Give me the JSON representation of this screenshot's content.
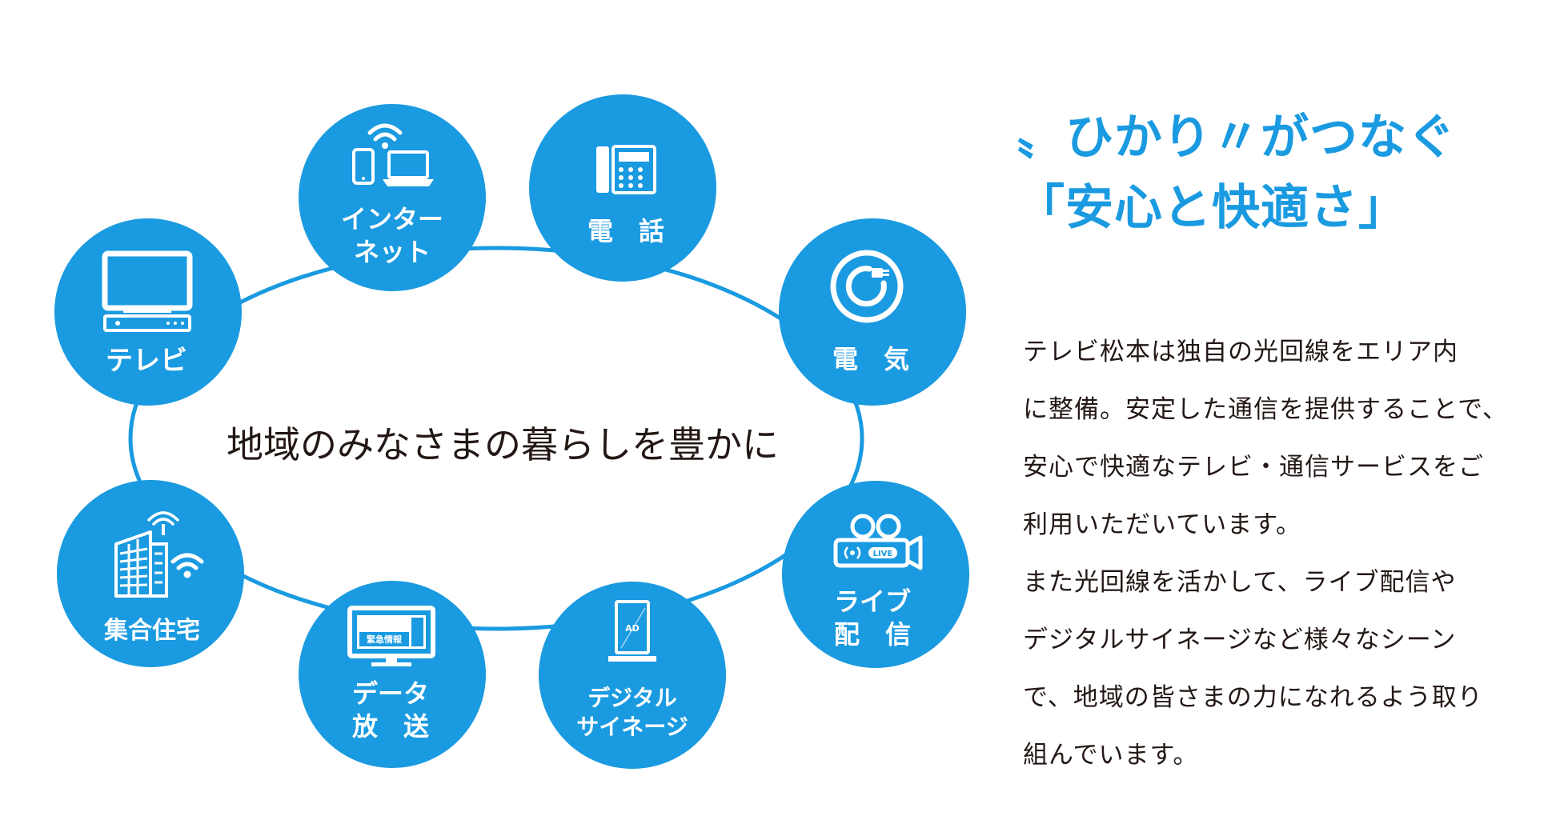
{
  "colors": {
    "accent": "#1a9ae0",
    "text": "#231815",
    "background": "#ffffff"
  },
  "diagram": {
    "center_text": "地域のみなさまの暮らしを豊かに",
    "nodes": [
      {
        "id": "tv",
        "icon": "tv-icon",
        "label": [
          "テレビ"
        ]
      },
      {
        "id": "internet",
        "icon": "wifi-devices-icon",
        "label": [
          "インター",
          "ネット"
        ]
      },
      {
        "id": "phone",
        "icon": "telephone-icon",
        "label": [
          "電　話"
        ]
      },
      {
        "id": "electricity",
        "icon": "power-plug-icon",
        "label": [
          "電　気"
        ]
      },
      {
        "id": "live",
        "icon": "live-camera-icon",
        "label": [
          "ライブ",
          "配　信"
        ]
      },
      {
        "id": "signage",
        "icon": "digital-signage-icon",
        "label": [
          "デジタル",
          "サイネージ"
        ]
      },
      {
        "id": "data",
        "icon": "data-broadcast-icon",
        "label": [
          "データ",
          "放　送"
        ]
      },
      {
        "id": "apartment",
        "icon": "apartment-building-icon",
        "label": [
          "集合住宅"
        ]
      }
    ],
    "icon_text": {
      "live_badge": "LIVE",
      "signage_badge": "AD",
      "data_screen": "緊急情報"
    }
  },
  "headline": {
    "line1": "〟ひかり〃がつなぐ",
    "line2": "「安心と快適さ」"
  },
  "body": {
    "lines": [
      "テレビ松本は独自の光回線をエリア内",
      "に整備。安定した通信を提供することで、",
      "安心で快適なテレビ・通信サービスをご",
      "利用いただいています。",
      "また光回線を活かして、ライブ配信や",
      "デジタルサイネージなど様々なシーン",
      "で、地域の皆さまの力になれるよう取り",
      "組んでいます。"
    ]
  }
}
